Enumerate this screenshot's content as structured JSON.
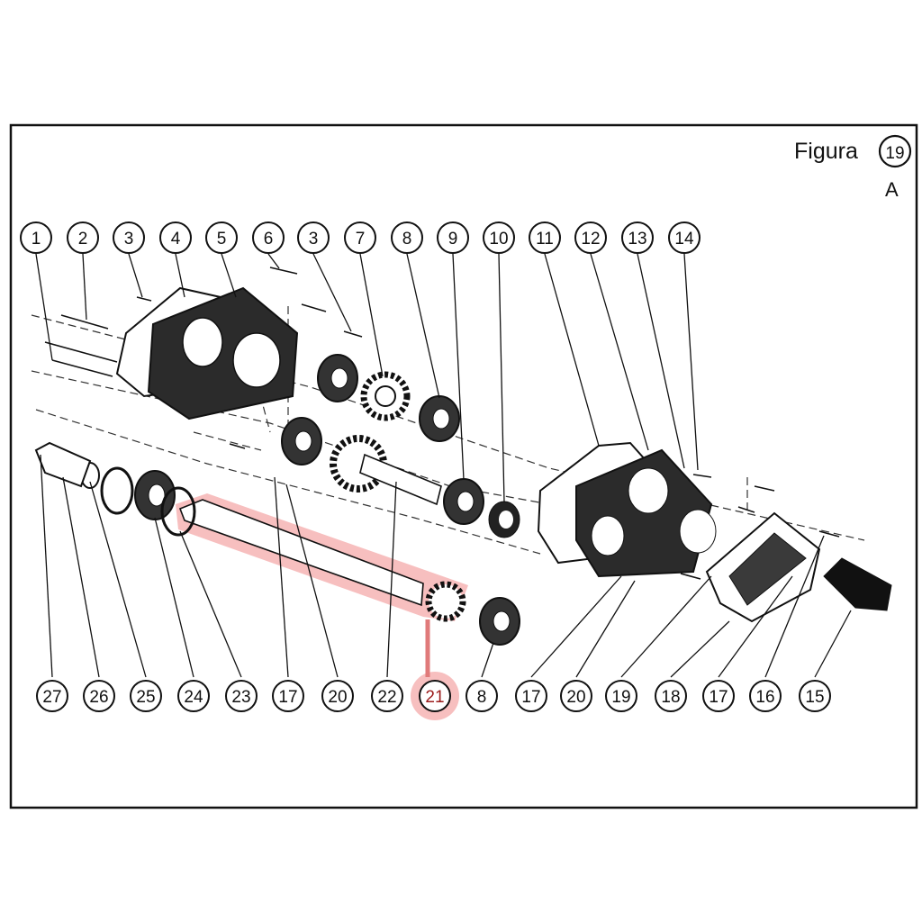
{
  "figure": {
    "title": "Figura",
    "number": "19",
    "sub_label": "A"
  },
  "highlight": {
    "color": "#f08a8a",
    "part": "21"
  },
  "top_callouts": [
    "1",
    "2",
    "3",
    "4",
    "5",
    "6",
    "3",
    "7",
    "8",
    "9",
    "10",
    "11",
    "12",
    "13",
    "14"
  ],
  "bottom_callouts": [
    "27",
    "26",
    "25",
    "24",
    "23",
    "17",
    "20",
    "22",
    "21",
    "8",
    "17",
    "20",
    "19",
    "18",
    "17",
    "16",
    "15"
  ]
}
